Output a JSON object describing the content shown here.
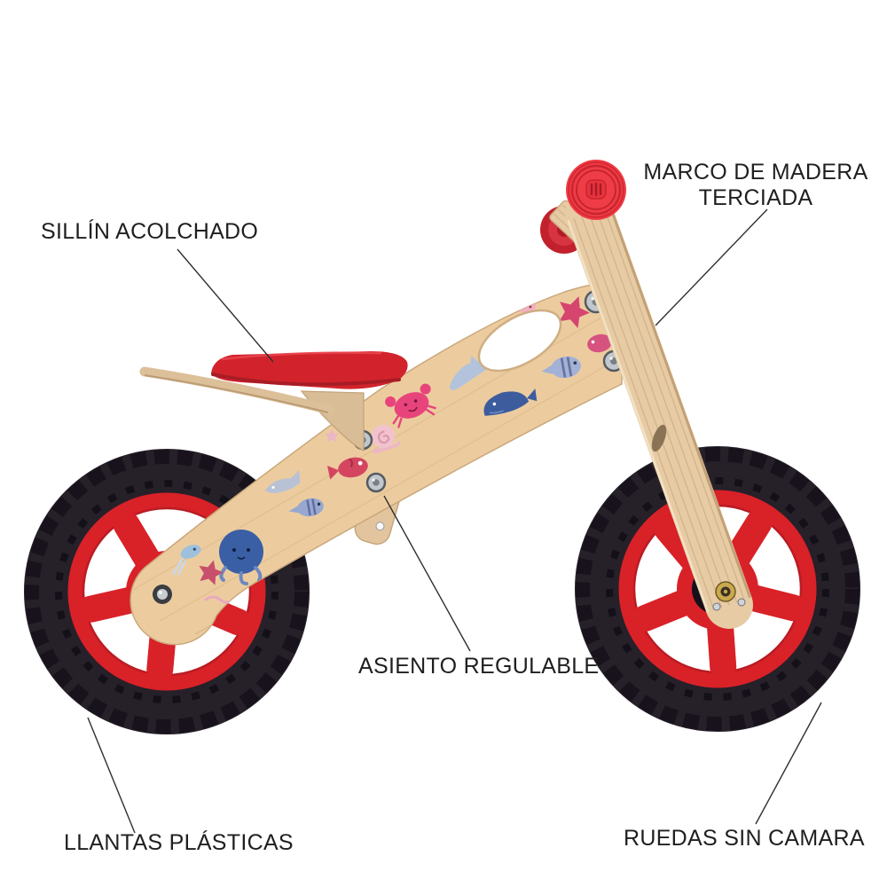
{
  "page": {
    "background": "#ffffff",
    "description_labels": {
      "saddle": "SILLÍN ACOLCHADO",
      "frame": "MARCO DE MADERA TERCIADA",
      "seat": "ASIENTO REGULABLE",
      "rims": "LLANTAS PLÁSTICAS",
      "wheels": "RUEDAS SIN CAMARA"
    },
    "colors": {
      "label_text": "#1f1f1f",
      "callout_line": "#2f2f2f",
      "wood": "#e7cba4",
      "wood_shade": "#c3a176",
      "tire_black": "#262029",
      "rim_red": "#d92128",
      "saddle_red": "#d2232c",
      "grip_red": "#ef3d47",
      "print_pink": "#e8447c",
      "print_navy": "#3d5c9e",
      "print_light_blue": "#b3c3db"
    }
  }
}
